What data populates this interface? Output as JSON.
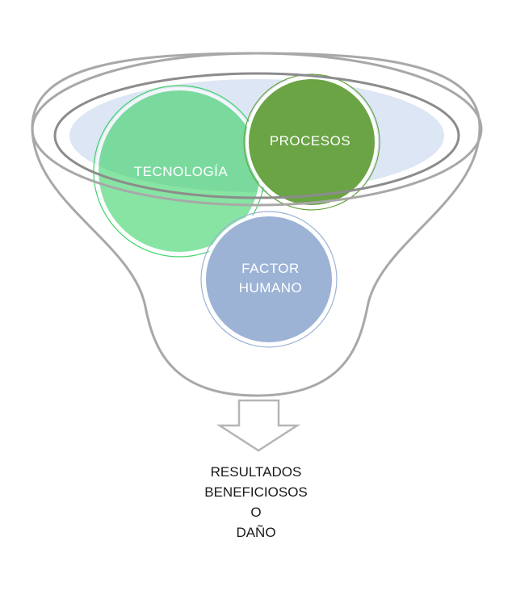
{
  "circles": {
    "tecnologia": "TECNOLOGÍA",
    "procesos": "PROCESOS",
    "factor_line1": "FACTOR",
    "factor_line2": "HUMANO"
  },
  "result_lines": [
    "RESULTADOS",
    "BENEFICIOSOS",
    "O",
    "DAÑO"
  ],
  "colors": {
    "tecnologia": "#3ed46a",
    "procesos": "#6aa444",
    "factor_humano": "#9cb3d6",
    "funnel_inner": "#dde6f4",
    "outline": "#a8a8a8"
  }
}
